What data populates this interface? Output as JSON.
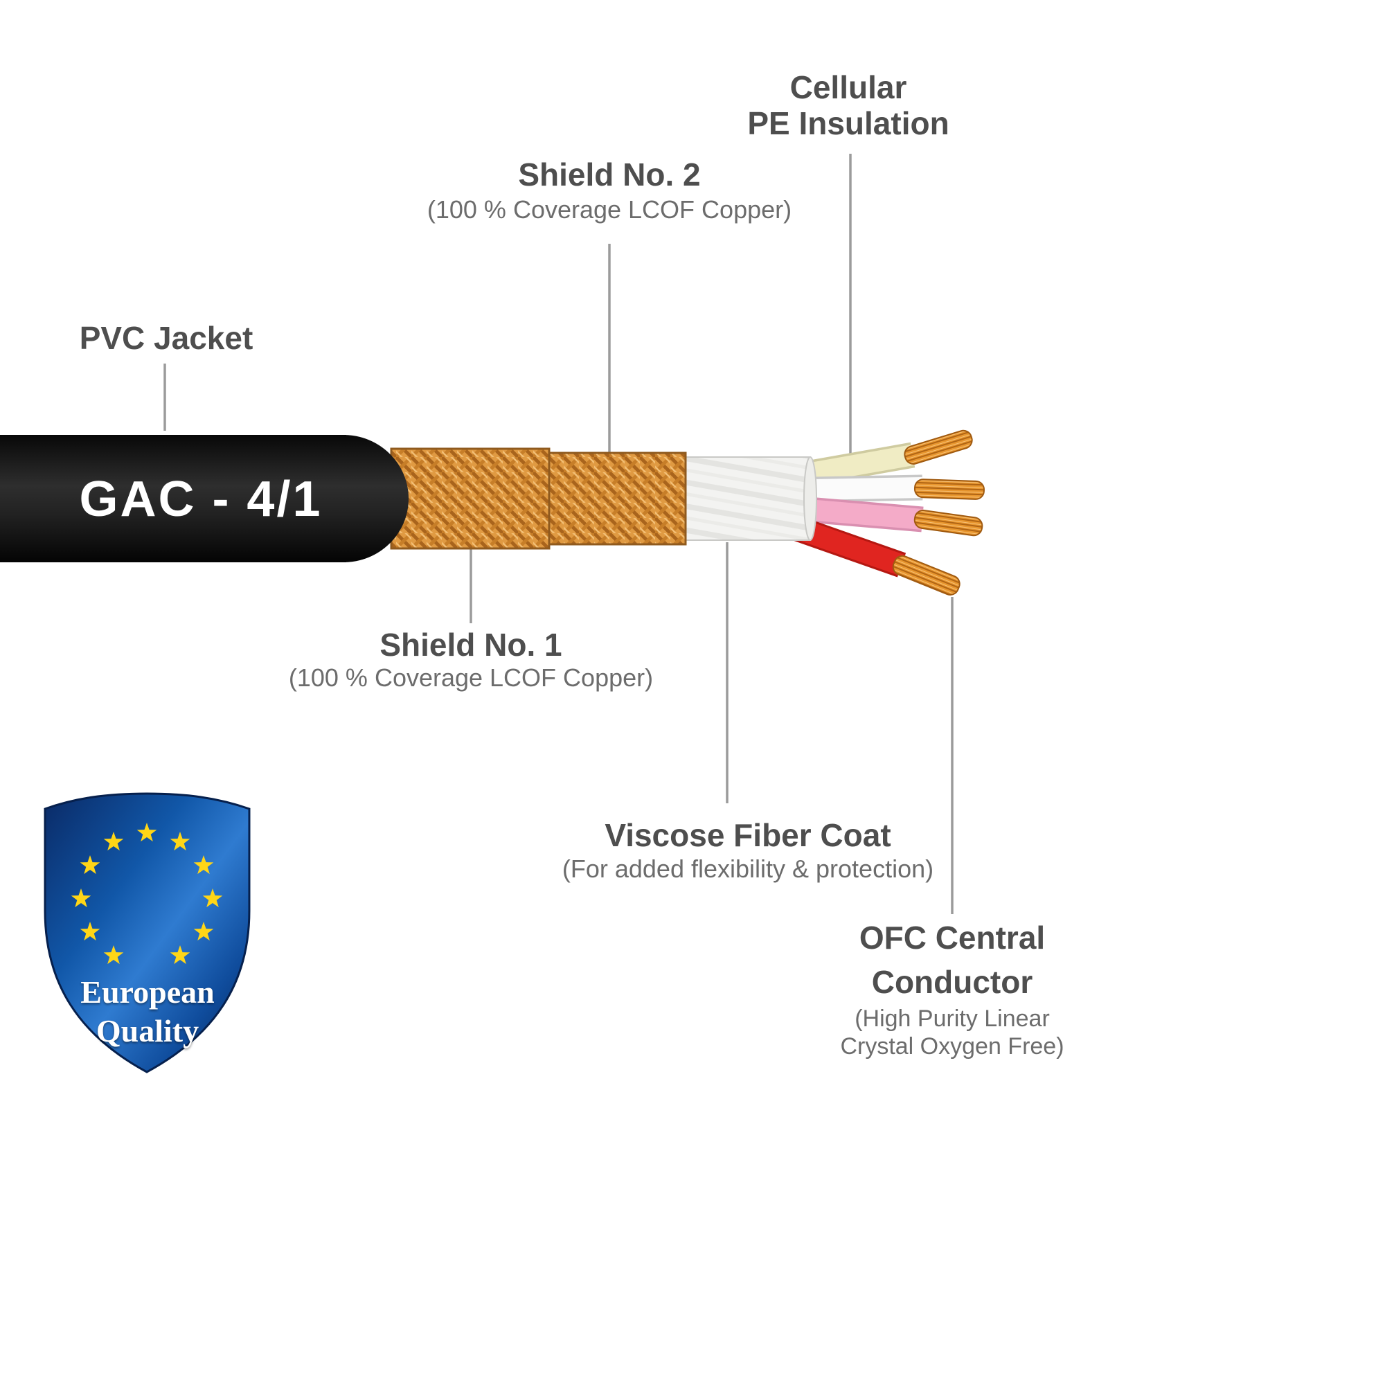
{
  "product": {
    "name_on_jacket": "GAC - 4/1"
  },
  "labels": {
    "cellular_pe": {
      "line1": "Cellular",
      "line2": "PE Insulation"
    },
    "shield_2": {
      "title": "Shield No. 2",
      "detail": "(100 % Coverage LCOF Copper)"
    },
    "pvc_jacket": {
      "title": "PVC Jacket"
    },
    "shield_1": {
      "title": "Shield No. 1",
      "detail": "(100 % Coverage LCOF Copper)"
    },
    "viscose": {
      "title": "Viscose Fiber Coat",
      "detail": "(For added flexibility & protection)"
    },
    "ofc": {
      "line1": "OFC Central",
      "line2": "Conductor",
      "detail_line1": "(High Purity Linear",
      "detail_line2": "Crystal Oxygen Free)"
    }
  },
  "badge": {
    "line1": "European",
    "line2": "Quality"
  },
  "colors": {
    "jacket_black": "#141414",
    "copper": "#E09A42",
    "copper_dark": "#A9641C",
    "viscose_white": "#F3F3F1",
    "wire_cream": "#F0ECC4",
    "wire_white": "#FBFBFB",
    "wire_pink": "#F4ABC8",
    "wire_red": "#E02520",
    "strand_copper": "#E8962E",
    "badge_blue": "#1760B6",
    "star_yellow": "#FFD617",
    "leader_line_gray": "#9B9B9B",
    "label_gray": "#4E4E4E"
  }
}
